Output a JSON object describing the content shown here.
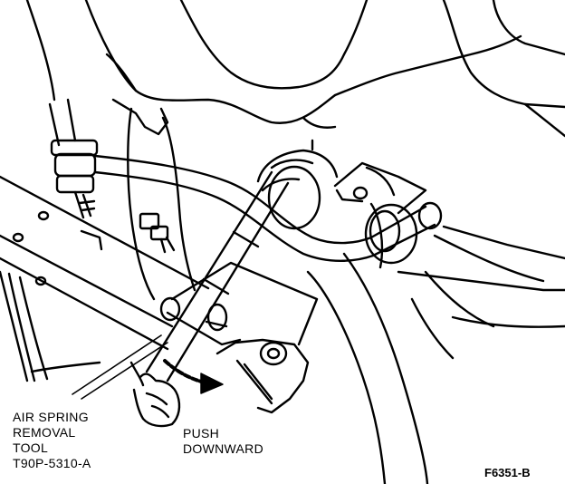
{
  "callouts": {
    "tool": {
      "lines": [
        "AIR SPRING",
        "REMOVAL",
        "TOOL",
        "T90P-5310-A"
      ]
    },
    "action": {
      "lines": [
        "PUSH",
        "DOWNWARD"
      ]
    }
  },
  "figure_id": "F6351-B",
  "colors": {
    "line": "#000000",
    "background": "#ffffff"
  }
}
